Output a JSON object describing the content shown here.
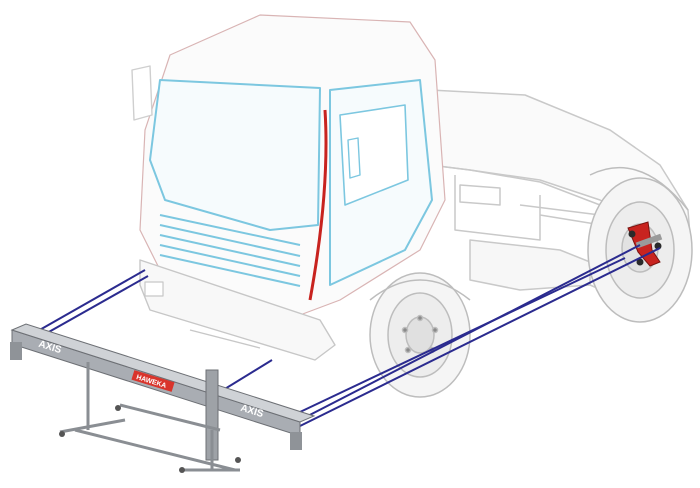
{
  "illustration": {
    "beam_left_label": "AXIS",
    "beam_right_label": "AXIS",
    "brand_label": "HAWEKA"
  },
  "colors": {
    "cab_outline": "#7cc7e0",
    "body_outline": "#c9c9c9",
    "accent_red": "#c8231f",
    "laser_lines": "#2b2b8f",
    "beam_metal": "#a9adb3",
    "brand_plate": "#d9342b"
  }
}
